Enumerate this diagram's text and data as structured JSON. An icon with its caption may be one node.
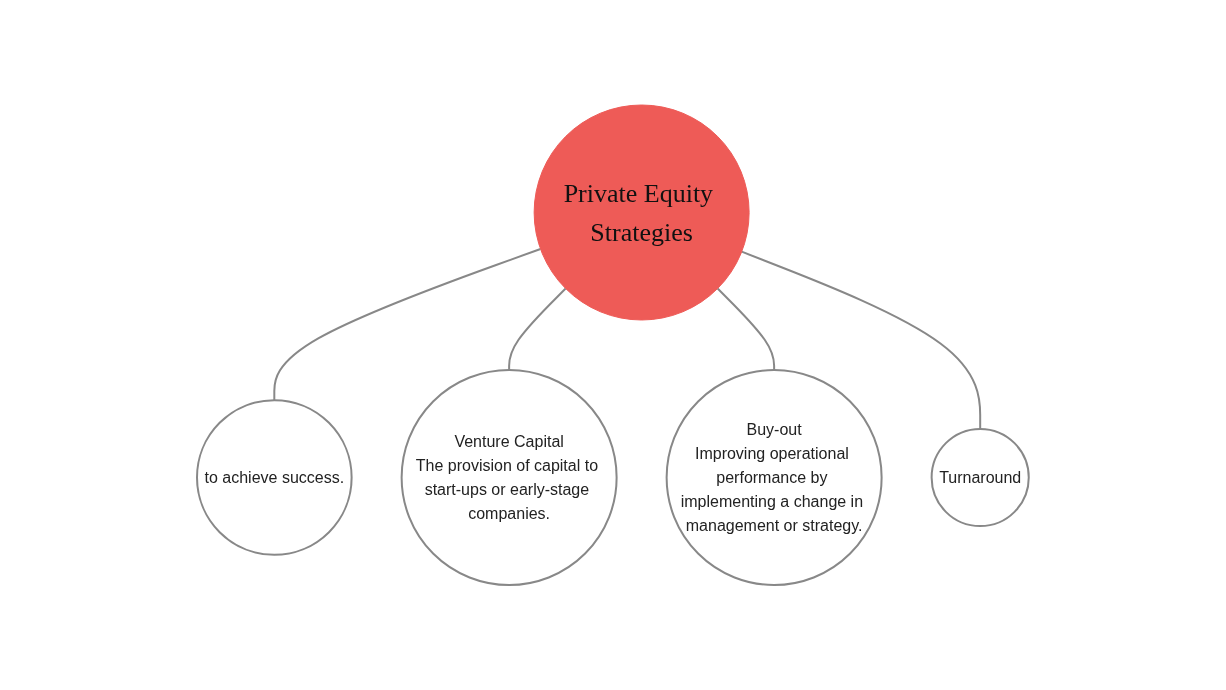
{
  "diagram": {
    "nodes": [
      {
        "text": [
          "Private Equity Strategies"
        ]
      },
      {
        "text": [
          "to achieve success."
        ]
      },
      {
        "text": [
          "Venture Capital",
          "The provision of capital to start-ups or early-stage companies."
        ]
      },
      {
        "text": [
          "Buy-out",
          "Improving operational performance by implementing a change in management or strategy."
        ]
      },
      {
        "text": [
          "Turnaround"
        ]
      }
    ],
    "edges": [
      {
        "from": 0,
        "to": 1,
        "arrow": "none"
      },
      {
        "from": 0,
        "to": 2,
        "arrow": "none"
      },
      {
        "from": 0,
        "to": 3,
        "arrow": "none"
      },
      {
        "from": 0,
        "to": 4,
        "arrow": "none"
      }
    ]
  }
}
